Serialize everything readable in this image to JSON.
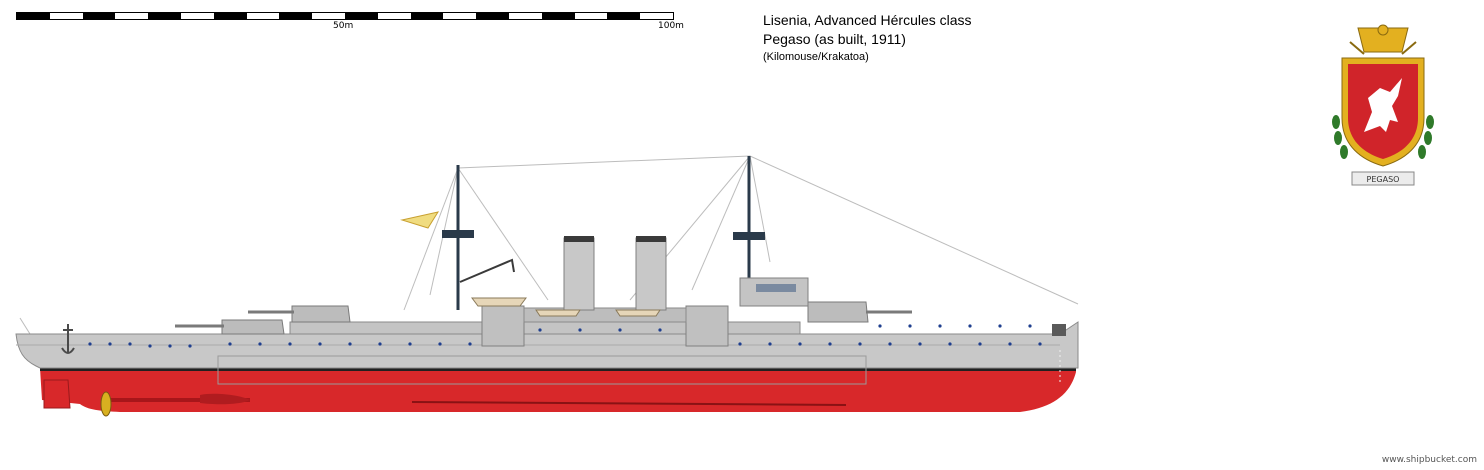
{
  "scale_bar": {
    "label_mid": "50m",
    "label_end": "100m"
  },
  "title": {
    "line1": "Lisenia, Advanced Hércules class",
    "line2": "Pegaso (as built, 1911)",
    "line3": "(Kilomouse/Krakatoa)"
  },
  "crest": {
    "banner_text": "PEGASO"
  },
  "credit": "www.shipbucket.com",
  "colors": {
    "hull_grey": "#c8c8c8",
    "deck_grey": "#b4b4b4",
    "waterline_black": "#202020",
    "lower_hull_red": "#d8282a",
    "porthole_blue": "#1f3f8f",
    "crest_red": "#d0242a",
    "crest_gold": "#e3b020",
    "laurel_green": "#2f7a2a"
  }
}
